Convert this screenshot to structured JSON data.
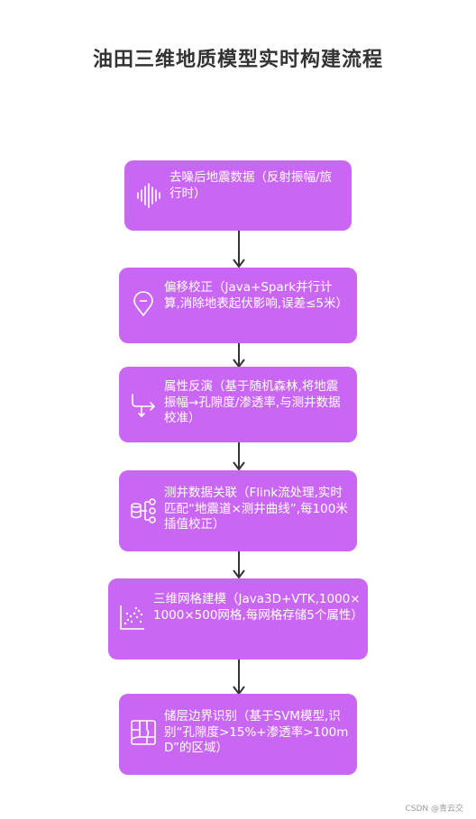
{
  "title": "油田三维地质模型实时构建流程",
  "steps": [
    {
      "icon": "sound-wave-icon",
      "text": "去噪后地震数据（反射振幅/旅行时）"
    },
    {
      "icon": "location-pin-icon",
      "text": "偏移校正（Java+Spark并行计算,消除地表起伏影响,误差≤5米）"
    },
    {
      "icon": "branch-arrow-icon",
      "text": "属性反演（基于随机森林,将地震振幅→孔隙度/渗透率,与测井数据校准）"
    },
    {
      "icon": "database-network-icon",
      "text": "测井数据关联（Flink流处理,实时匹配“地震道×测井曲线”,每100米插值校正）"
    },
    {
      "icon": "scatter-plot-icon",
      "text": "三维网格建模（Java3D+VTK,1000×1000×500网格,每网格存储5个属性）"
    },
    {
      "icon": "map-grid-icon",
      "text": "储层边界识别（基于SVM模型,识别“孔隙度>15%+渗透率>100mD”的区域）"
    }
  ],
  "watermark": "CSDN @青云交",
  "colors": {
    "box": "#c967f4",
    "arrow": "#333333",
    "title": "#333333"
  }
}
